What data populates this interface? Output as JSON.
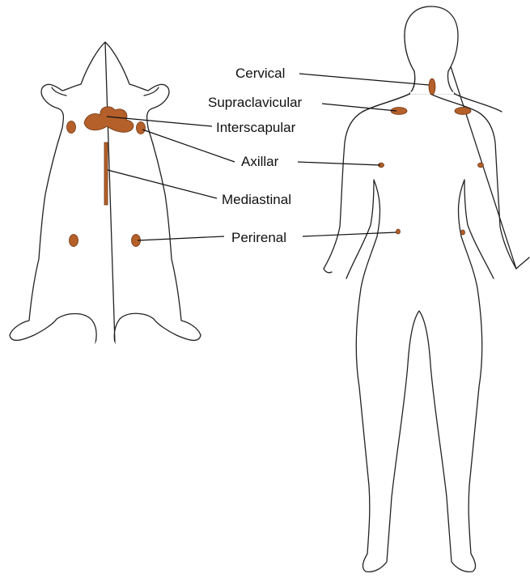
{
  "colors": {
    "fat_depot": "#b5602a",
    "fat_depot_stroke": "#6e3512",
    "outline": "#222222"
  },
  "labels": {
    "cervical": "Cervical",
    "supraclavicular": "Supraclavicular",
    "interscapular": "Interscapular",
    "axillar": "Axillar",
    "mediastinal": "Mediastinal",
    "perirenal": "Perirenal"
  }
}
